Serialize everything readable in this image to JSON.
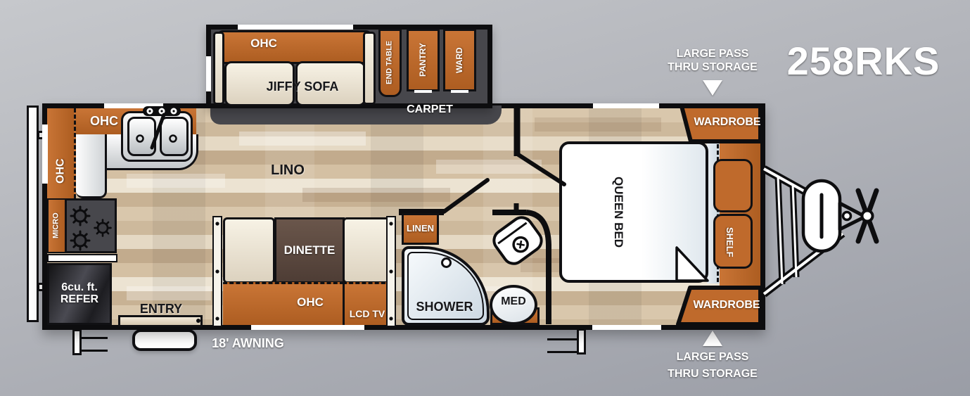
{
  "model": "258RKS",
  "callouts": {
    "top": {
      "line1": "LARGE PASS",
      "line2": "THRU STORAGE"
    },
    "bottom": {
      "line1": "LARGE PASS",
      "line2": "THRU STORAGE"
    }
  },
  "exterior": {
    "awning": "18' AWNING",
    "entry": "ENTRY"
  },
  "living_room": {
    "sofa_ohc": "OHC",
    "sofa": "JIFFY SOFA",
    "end_table": "END TABLE",
    "pantry": "PANTRY",
    "wardrobe": "WARD",
    "carpet": "CARPET",
    "flooring": "LINO"
  },
  "kitchen": {
    "ohc_top": "OHC",
    "ohc_side": "OHC",
    "microwave": "MICRO",
    "refrigerator_line1": "6cu. ft.",
    "refrigerator_line2": "REFER"
  },
  "dinette": {
    "table": "DINETTE",
    "ohc": "OHC",
    "tv": "LCD TV"
  },
  "bathroom": {
    "linen": "LINEN",
    "shower": "SHOWER",
    "medicine_cabinet": "MED"
  },
  "bedroom": {
    "bed": "QUEEN BED",
    "shelf": "SHELF",
    "wardrobe_front_top": "WARDROBE",
    "wardrobe_front_bottom": "WARDROBE"
  },
  "colors": {
    "cabinet_orange": "#bf6a2c",
    "carpet_gray": "#47474c",
    "table_brown": "#5e4b41",
    "outline_black": "#0d0d0f",
    "background_gray": "#b2b4ba",
    "label_white": "#ffffff"
  }
}
